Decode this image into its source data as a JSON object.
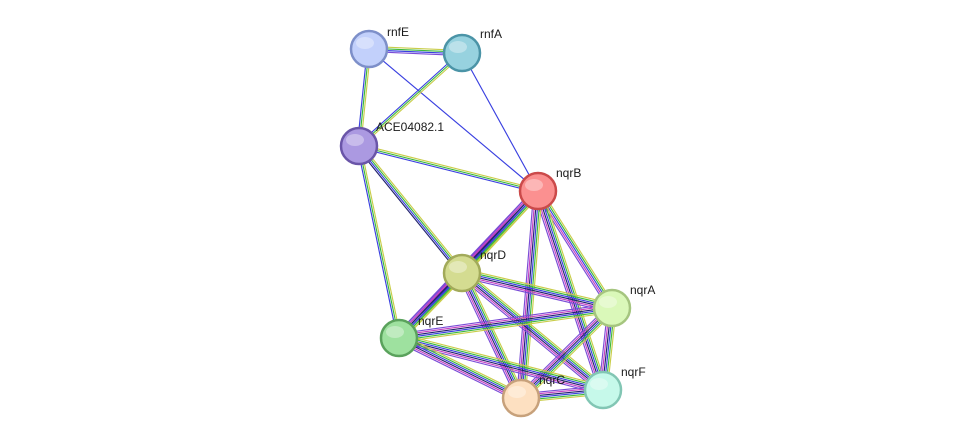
{
  "network": {
    "nodes": [
      {
        "id": "rnfE",
        "label": "rnfE",
        "fill": "#c2d0fb",
        "stroke": "#7d8fc9"
      },
      {
        "id": "rnfA",
        "label": "rnfA",
        "fill": "#97d2df",
        "stroke": "#4b94a7"
      },
      {
        "id": "ACE04082.1",
        "label": "ACE04082.1",
        "fill": "#ab99e1",
        "stroke": "#6a55a8"
      },
      {
        "id": "nqrB",
        "label": "nqrB",
        "fill": "#fb9090",
        "stroke": "#cb4a4a"
      },
      {
        "id": "nqrD",
        "label": "nqrD",
        "fill": "#d4dc91",
        "stroke": "#a2aa5a"
      },
      {
        "id": "nqrA",
        "label": "nqrA",
        "fill": "#daf8b9",
        "stroke": "#a5c57f"
      },
      {
        "id": "nqrE",
        "label": "nqrE",
        "fill": "#9ee19f",
        "stroke": "#5aa25c"
      },
      {
        "id": "nqrF",
        "label": "nqrF",
        "fill": "#c6f9ea",
        "stroke": "#82c6b4"
      },
      {
        "id": "nqrC",
        "label": "nqrC",
        "fill": "#fde0c1",
        "stroke": "#c7a17b"
      }
    ],
    "edge_colors": {
      "blue": "#3a40e0",
      "green": "#3dba3d",
      "yellow": "#c9cd4a",
      "magenta": "#c53fc5",
      "navy": "#23236e",
      "purple": "#7a4cd6"
    },
    "edges": [
      {
        "source": "rnfE",
        "target": "rnfA",
        "channels": [
          "yellow",
          "green",
          "blue",
          "purple"
        ]
      },
      {
        "source": "rnfE",
        "target": "ACE04082.1",
        "channels": [
          "yellow",
          "green",
          "blue"
        ]
      },
      {
        "source": "rnfE",
        "target": "nqrB",
        "channels": [
          "blue"
        ]
      },
      {
        "source": "rnfA",
        "target": "ACE04082.1",
        "channels": [
          "yellow",
          "green",
          "blue"
        ]
      },
      {
        "source": "rnfA",
        "target": "nqrB",
        "channels": [
          "blue"
        ]
      },
      {
        "source": "ACE04082.1",
        "target": "nqrB",
        "channels": [
          "yellow",
          "green",
          "blue"
        ]
      },
      {
        "source": "ACE04082.1",
        "target": "nqrD",
        "channels": [
          "yellow",
          "green",
          "blue",
          "navy"
        ]
      },
      {
        "source": "ACE04082.1",
        "target": "nqrE",
        "channels": [
          "yellow",
          "green",
          "blue"
        ]
      },
      {
        "source": "nqrB",
        "target": "nqrD",
        "channels": [
          "yellow",
          "green",
          "blue",
          "navy",
          "magenta",
          "purple"
        ]
      },
      {
        "source": "nqrB",
        "target": "nqrA",
        "channels": [
          "yellow",
          "green",
          "blue",
          "magenta",
          "purple"
        ]
      },
      {
        "source": "nqrB",
        "target": "nqrE",
        "channels": [
          "yellow",
          "green",
          "blue",
          "navy",
          "magenta",
          "purple"
        ]
      },
      {
        "source": "nqrB",
        "target": "nqrF",
        "channels": [
          "yellow",
          "green",
          "blue",
          "navy",
          "magenta",
          "purple"
        ]
      },
      {
        "source": "nqrB",
        "target": "nqrC",
        "channels": [
          "yellow",
          "green",
          "blue",
          "navy",
          "magenta",
          "purple"
        ]
      },
      {
        "source": "nqrD",
        "target": "nqrA",
        "channels": [
          "yellow",
          "green",
          "blue",
          "navy",
          "magenta",
          "purple"
        ]
      },
      {
        "source": "nqrD",
        "target": "nqrE",
        "channels": [
          "yellow",
          "green",
          "blue",
          "navy",
          "magenta",
          "purple"
        ]
      },
      {
        "source": "nqrD",
        "target": "nqrF",
        "channels": [
          "yellow",
          "green",
          "blue",
          "navy",
          "magenta",
          "purple"
        ]
      },
      {
        "source": "nqrD",
        "target": "nqrC",
        "channels": [
          "yellow",
          "green",
          "blue",
          "navy",
          "magenta",
          "purple"
        ]
      },
      {
        "source": "nqrA",
        "target": "nqrE",
        "channels": [
          "yellow",
          "green",
          "blue",
          "navy",
          "magenta",
          "purple"
        ]
      },
      {
        "source": "nqrA",
        "target": "nqrF",
        "channels": [
          "yellow",
          "green",
          "blue",
          "navy",
          "magenta",
          "purple"
        ]
      },
      {
        "source": "nqrA",
        "target": "nqrC",
        "channels": [
          "yellow",
          "green",
          "blue",
          "navy",
          "magenta",
          "purple"
        ]
      },
      {
        "source": "nqrE",
        "target": "nqrF",
        "channels": [
          "yellow",
          "green",
          "blue",
          "navy",
          "magenta",
          "purple"
        ]
      },
      {
        "source": "nqrE",
        "target": "nqrC",
        "channels": [
          "yellow",
          "green",
          "blue",
          "navy",
          "magenta",
          "purple"
        ]
      },
      {
        "source": "nqrF",
        "target": "nqrC",
        "channels": [
          "yellow",
          "green",
          "blue",
          "navy",
          "magenta",
          "purple"
        ]
      }
    ]
  }
}
